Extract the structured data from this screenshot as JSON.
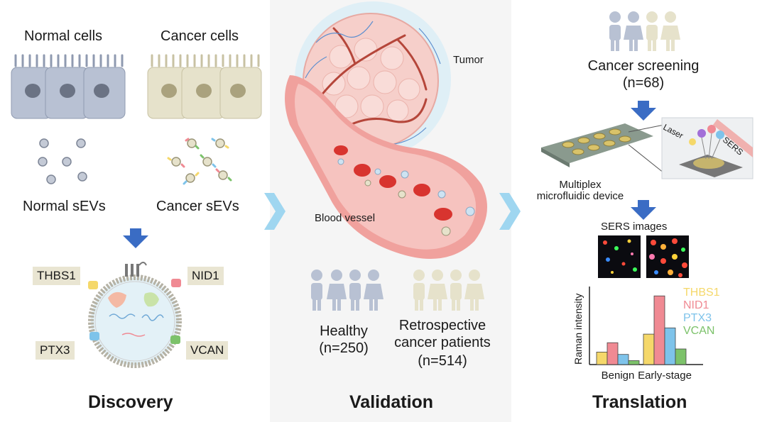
{
  "discovery": {
    "normal_cells": "Normal cells",
    "cancer_cells": "Cancer cells",
    "normal_sevs": "Normal sEVs",
    "cancer_sevs": "Cancer sEVs",
    "markers": [
      "THBS1",
      "NID1",
      "PTX3",
      "VCAN"
    ],
    "stage": "Discovery"
  },
  "validation": {
    "tumor": "Tumor",
    "blood_vessel": "Blood vessel",
    "healthy": "Healthy",
    "healthy_n": "(n=250)",
    "patients_1": "Retrospective",
    "patients_2": "cancer patients",
    "patients_n": "(n=514)",
    "stage": "Validation"
  },
  "translation": {
    "screening": "Cancer screening",
    "screening_n": "(n=68)",
    "laser": "Laser",
    "sers": "SERS",
    "device_1": "Multiplex",
    "device_2": "microfluidic device",
    "sers_images": "SERS images",
    "ylabel": "Raman intensity",
    "stage": "Translation"
  },
  "chart_data": {
    "type": "bar",
    "categories": [
      "Benign",
      "Early-stage"
    ],
    "series": [
      {
        "name": "THBS1",
        "values": [
          0.16,
          0.39
        ]
      },
      {
        "name": "NID1",
        "values": [
          0.28,
          0.88
        ]
      },
      {
        "name": "PTX3",
        "values": [
          0.13,
          0.47
        ]
      },
      {
        "name": "VCAN",
        "values": [
          0.05,
          0.2
        ]
      }
    ],
    "xlabel": "",
    "ylabel": "Raman intensity",
    "colors": [
      "#f5d86a",
      "#f08a93",
      "#7ec3ea",
      "#7cc26a"
    ],
    "ylim": [
      0,
      1
    ]
  },
  "colors": {
    "arrow_blue": "#3a6cc4",
    "chevron": "#9fd6f0",
    "tag_bg": "#e9e5d2"
  }
}
